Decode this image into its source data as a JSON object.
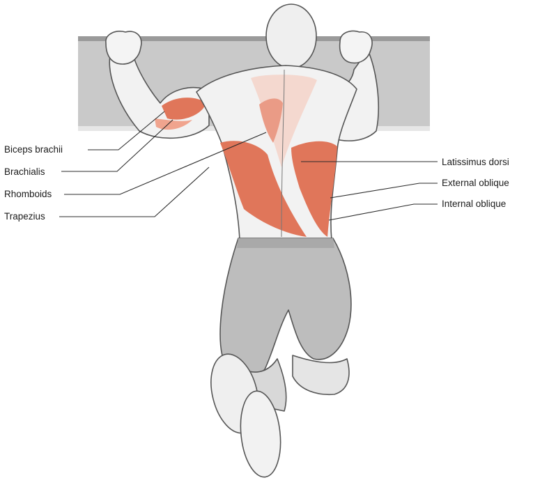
{
  "colors": {
    "muscle": "#e0765a",
    "muscle_light": "#f0a48e",
    "skin": "#f2f2f2",
    "shorts": "#b9b9b9",
    "bar": "#c8c8c8",
    "label_text": "#1a1a1a"
  },
  "labels": {
    "left": [
      {
        "id": "biceps",
        "text": "Biceps brachii"
      },
      {
        "id": "brachialis",
        "text": "Brachialis"
      },
      {
        "id": "rhomboids",
        "text": "Rhomboids"
      },
      {
        "id": "trapezius",
        "text": "Trapezius"
      }
    ],
    "right": [
      {
        "id": "latissimus",
        "text": "Latissimus dorsi"
      },
      {
        "id": "external-oblique",
        "text": "External oblique"
      },
      {
        "id": "internal-oblique",
        "text": "Internal oblique"
      }
    ]
  }
}
